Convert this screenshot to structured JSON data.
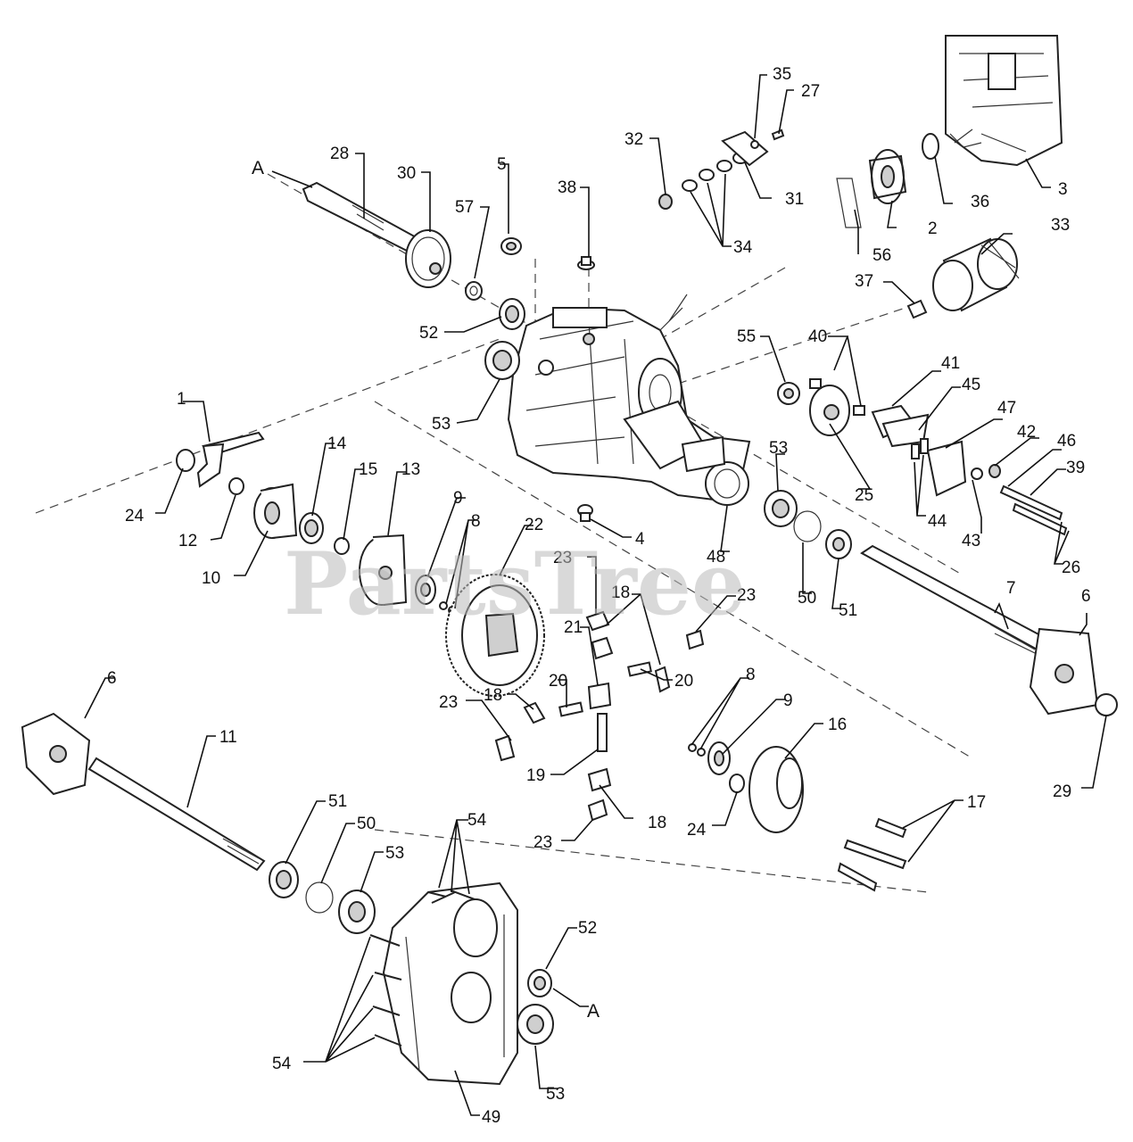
{
  "watermark": "PartsTree",
  "ref_marks": {
    "top": "A",
    "bottom": "A"
  },
  "callouts": [
    "1",
    "2",
    "3",
    "4",
    "5",
    "6",
    "6",
    "7",
    "8",
    "8",
    "9",
    "9",
    "10",
    "11",
    "12",
    "13",
    "14",
    "15",
    "16",
    "17",
    "18",
    "18",
    "18",
    "19",
    "20",
    "20",
    "21",
    "22",
    "23",
    "23",
    "23",
    "23",
    "24",
    "24",
    "25",
    "26",
    "27",
    "28",
    "29",
    "30",
    "31",
    "32",
    "33",
    "34",
    "35",
    "36",
    "37",
    "38",
    "39",
    "40",
    "41",
    "42",
    "43",
    "44",
    "45",
    "46",
    "47",
    "48",
    "49",
    "50",
    "50",
    "51",
    "51",
    "52",
    "52",
    "53",
    "53",
    "53",
    "53",
    "54",
    "54",
    "55",
    "56",
    "57"
  ]
}
